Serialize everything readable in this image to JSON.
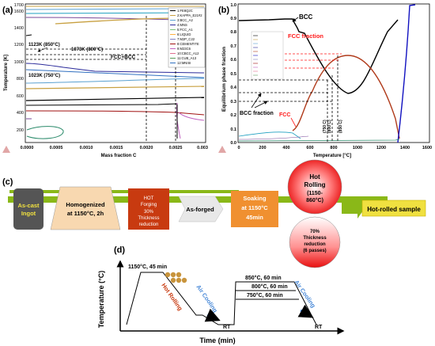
{
  "panel_a": {
    "label": "(a)",
    "ylabel": "Temperature [K]",
    "xlabel": "Mass fraction C",
    "yticks": [
      "200",
      "400",
      "600",
      "800",
      "1000",
      "1200",
      "1400",
      "1600",
      "1700"
    ],
    "xticks": [
      "0.0000",
      "0.0005",
      "0.0010",
      "0.0015",
      "0.0020",
      "0.0025",
      "0.003"
    ],
    "annotations": {
      "t1123": "1123K (850°C)",
      "t1073": "1073K (800°C)",
      "t1023": "1023K (750°C)",
      "fccbcc": "FCC+BCC"
    },
    "legend": [
      "1:FE8Q2C",
      "2:KAPPA_E21#2",
      "3:BCC_A2",
      "4:MNS",
      "5:FCC_A1",
      "6:LIQUID",
      "7:M2P_C22",
      "8:CEMENTITE",
      "9:M23C6",
      "10:CBCC_A12",
      "11:CUB_A13",
      "12:MNISI"
    ],
    "legend_colors": [
      "#000000",
      "#c8a040",
      "#5aa0d0",
      "#2a2a9a",
      "#7ac07a",
      "#ffb040",
      "#8080c0",
      "#a01010",
      "#c060c0",
      "#e07090",
      "#5a9a5a",
      "#3070c0"
    ]
  },
  "panel_b": {
    "label": "(b)",
    "ylabel": "Equilibrium phase fraction",
    "xlabel": "Temperature [°C]",
    "yticks": [
      "0.0",
      "0.1",
      "0.2",
      "0.3",
      "0.4",
      "0.5",
      "0.6",
      "0.7",
      "0.8",
      "0.9",
      "1.0"
    ],
    "xticks": [
      "0",
      "200",
      "400",
      "600",
      "800",
      "1000",
      "1200",
      "1400",
      "1600"
    ],
    "annotations": {
      "bcc_top": "BCC",
      "fcc_fraction": "FCC fraction",
      "bcc_fraction": "BCC fraction",
      "fcc": "FCC",
      "t750": "(750 C)",
      "t800": "(800 C)",
      "t850": "(850 C)"
    }
  },
  "panel_c": {
    "label": "(c)",
    "ingot": "As-cast Ingot",
    "homogenized": "Homogenized at 1150°C, 2h",
    "hot_forging": "HOT Forging 30% Thickness reduction",
    "as_forged": "As-forged",
    "soaking": "Soaking at 1150°C 45min",
    "hot_rolling": "Hot Rolling (1150-860°C)",
    "thickness_reduction": "70% Thickness reduction (6 passes)",
    "hot_rolled_sample": "Hot-rolled sample"
  },
  "panel_d": {
    "label": "(d)",
    "ylabel": "Temperature (°C)",
    "xlabel": "Time (min)",
    "hold": "1150°C, 45 min",
    "hot_rolling": "Hot Rolling",
    "air_cooling_1": "Air Cooling",
    "air_cooling_2": "Air Cooling",
    "rt1": "RT",
    "rt2": "RT",
    "t850": "850°C, 60 min",
    "t800": "800°C, 60 min",
    "t750": "750°C, 60 min"
  },
  "colors": {
    "bcc_line": "#000000",
    "fcc_line": "#b03a1a",
    "fcc_red": "#ff1a1a",
    "liquid_blue": "#1010c0",
    "ingot_grey": "#555555",
    "homog_fill": "#f8d8b0",
    "forging_fill": "#c83a10",
    "soaking_fill": "#f09030",
    "sample_fill": "#f0e040",
    "arrow_green": "#8ab818",
    "arrow_blue": "#4a8ad8"
  }
}
